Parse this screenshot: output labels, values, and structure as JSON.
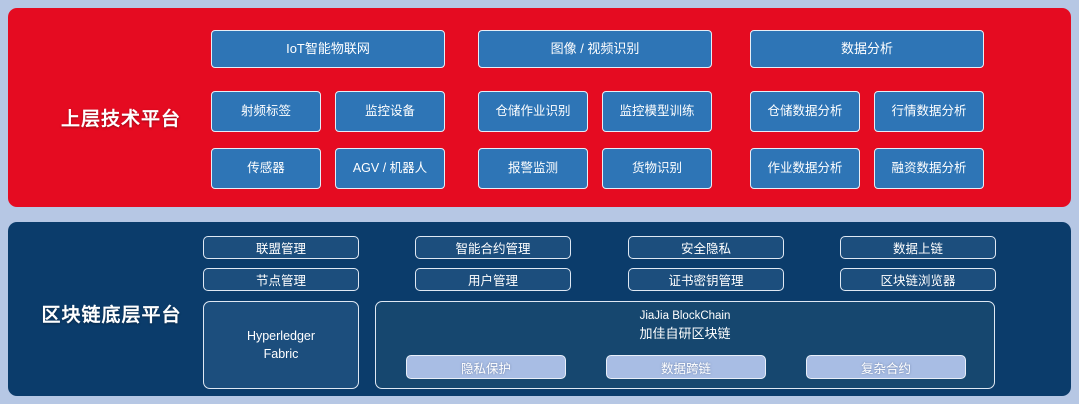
{
  "colors": {
    "page_background": "#b6c7e4",
    "upper_tier": "#e50b21",
    "lower_tier": "#0b3c6b",
    "upper_box": "#2e75b6",
    "lower_box": "#1c4e7d",
    "pill": "#a8bde4"
  },
  "upper_tier": {
    "label": "上层技术平台",
    "groups": [
      {
        "head": "IoT智能物联网",
        "rows": [
          [
            "射频标签",
            "监控设备"
          ],
          [
            "传感器",
            "AGV / 机器人"
          ]
        ]
      },
      {
        "head": "图像 / 视频识别",
        "rows": [
          [
            "仓储作业识别",
            "监控模型训练"
          ],
          [
            "报警监测",
            "货物识别"
          ]
        ]
      },
      {
        "head": "数据分析",
        "rows": [
          [
            "仓储数据分析",
            "行情数据分析"
          ],
          [
            "作业数据分析",
            "融资数据分析"
          ]
        ]
      }
    ]
  },
  "lower_tier": {
    "label": "区块链底层平台",
    "module_rows": [
      [
        "联盟管理",
        "智能合约管理",
        "安全隐私",
        "数据上链"
      ],
      [
        "节点管理",
        "用户管理",
        "证书密钥管理",
        "区块链浏览器"
      ]
    ],
    "hyperledger": {
      "line1": "Hyperledger",
      "line2": "Fabric"
    },
    "jiajia": {
      "title_en": "JiaJia BlockChain",
      "title_cn": "加佳自研区块链",
      "features": [
        "隐私保护",
        "数据跨链",
        "复杂合约"
      ]
    }
  }
}
